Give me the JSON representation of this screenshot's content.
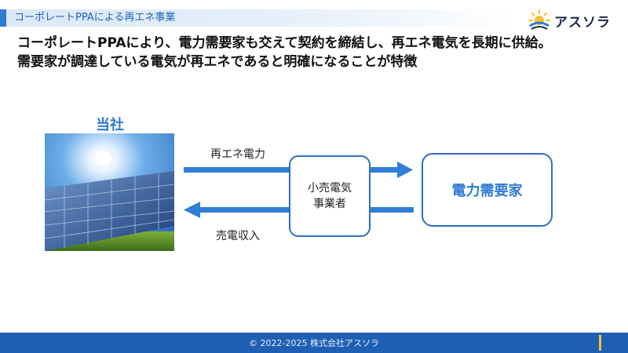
{
  "header": {
    "title": "コーポレートPPAによる再エネ事業",
    "logo_text": "アスソラ"
  },
  "headline": {
    "line1": "コーポレートPPAにより、電力需要家も交えて契約を締結し、再エネ電気を長期に供給。",
    "line2": "需要家が調達している電気が再エネであると明確になることが特徴"
  },
  "diagram": {
    "company_label": "当社",
    "flow_power_label": "再エネ電力",
    "flow_income_label": "売電収入",
    "retailer_line1": "小売電気",
    "retailer_line2": "事業者",
    "consumer_label": "電力需要家"
  },
  "footer": {
    "copyright": "© 2022-2025 株式会社アスソラ"
  },
  "colors": {
    "brand_blue": "#2e7bd3",
    "box_border": "#2e6fc1",
    "arrow_blue": "#2f7fd8",
    "footer_blue": "#1f5fb3",
    "footer_accent": "#f2c230"
  },
  "icons": {
    "logo": "sun-wave-logo-icon",
    "image": "solar-panel-photo"
  }
}
